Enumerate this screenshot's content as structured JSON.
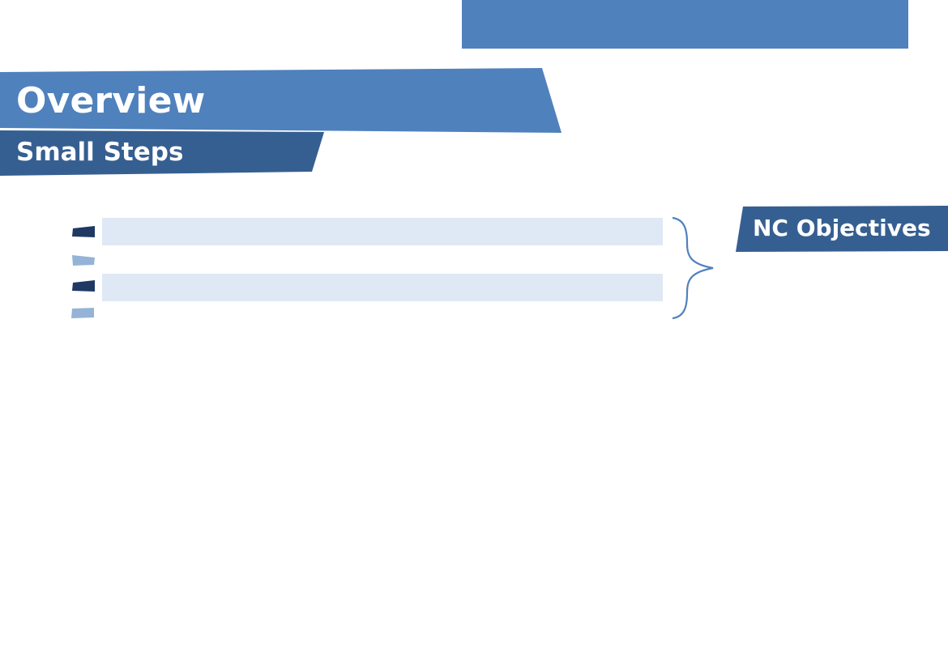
{
  "header": {
    "title": "Overview",
    "subtitle": "Small Steps"
  },
  "steps": [
    {
      "text": "",
      "bullet_color": "#1f3864"
    },
    {
      "text": "",
      "bullet_color": "#95b3d7"
    },
    {
      "text": "",
      "bullet_color": "#1f3864"
    },
    {
      "text": "",
      "bullet_color": "#95b3d7"
    }
  ],
  "objectives": {
    "label": "NC Objectives"
  },
  "colors": {
    "primary": "#4f81bd",
    "secondary": "#365f91",
    "row_shade": "#dfe9f5",
    "bullet_dark": "#1f3864",
    "bullet_light": "#95b3d7",
    "brace": "#4f81bd"
  }
}
